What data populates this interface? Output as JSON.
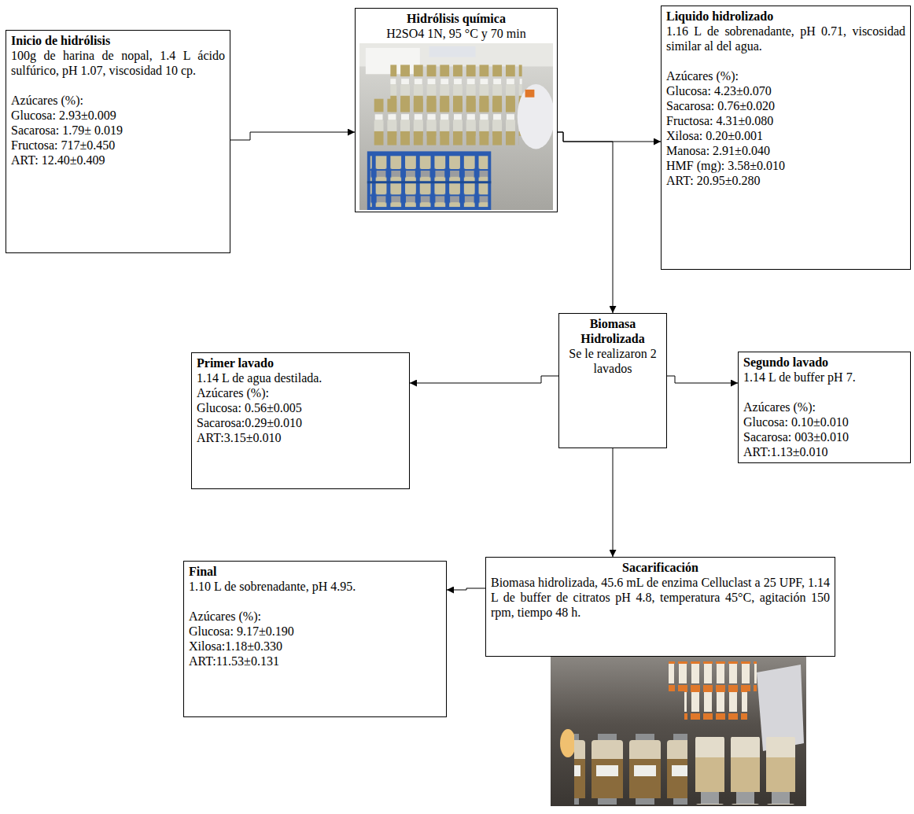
{
  "diagram": {
    "nodes": [
      {
        "text": [
          "Inicio de hidrólisis",
          "100g de harina de nopal, 1.4 L ácido sulfúrico, pH 1.07, viscosidad 10 cp.",
          "Azúcares (%):",
          "Glucosa: 2.93±0.009",
          "Sacarosa: 1.79± 0.019",
          "Fructosa: 717±0.450",
          "ART: 12.40±0.409"
        ]
      },
      {
        "text": [
          "Hidrólisis química",
          "H2SO4 1N, 95 °C y 70 min"
        ]
      },
      {
        "text": [
          "Liquido hidrolizado",
          "1.16 L de sobrenadante, pH 0.71, viscosidad similar al del agua.",
          "Azúcares (%):",
          "Glucosa: 4.23±0.070",
          "Sacarosa: 0.76±0.020",
          "Fructosa: 4.31±0.080",
          "Xilosa: 0.20±0.001",
          "Manosa: 2.91±0.040",
          "HMF (mg): 3.58±0.010",
          "ART: 20.95±0.280"
        ]
      },
      {
        "text": [
          "Primer lavado",
          "1.14 L de agua destilada.",
          "Azúcares (%):",
          "Glucosa: 0.56±0.005",
          "Sacarosa:0.29±0.010",
          "ART:3.15±0.010"
        ]
      },
      {
        "text": [
          "Biomasa Hidrolizada",
          "Se le realizaron 2 lavados"
        ]
      },
      {
        "text": [
          "Segundo lavado",
          "1.14 L de buffer pH 7.",
          "Azúcares (%):",
          "Glucosa: 0.10±0.010",
          "Sacarosa: 003±0.010",
          "ART:1.13±0.010"
        ]
      },
      {
        "text": [
          "Final",
          "1.10 L de sobrenadante, pH 4.95.",
          "Azúcares (%):",
          "Glucosa: 9.17±0.190",
          "Xilosa:1.18±0.330",
          "ART:11.53±0.131"
        ]
      },
      {
        "text": [
          "Sacarificación",
          "Biomasa hidrolizada, 45.6 mL de enzima Celluclast a 25 UPF, 1.14 L de buffer de citratos pH 4.8, temperatura 45°C, agitación 150 rpm, tiempo 48 h."
        ]
      }
    ],
    "edges": [
      {
        "from": 0,
        "to": 1,
        "arrow": "to"
      },
      {
        "from": 1,
        "to": 2,
        "arrow": "to"
      },
      {
        "from": 1,
        "to": 4,
        "arrow": "to"
      },
      {
        "from": 4,
        "to": 3,
        "arrow": "to"
      },
      {
        "from": 4,
        "to": 5,
        "arrow": "to"
      },
      {
        "from": 4,
        "to": 7,
        "arrow": "to"
      },
      {
        "from": 7,
        "to": 6,
        "arrow": "to"
      }
    ]
  }
}
